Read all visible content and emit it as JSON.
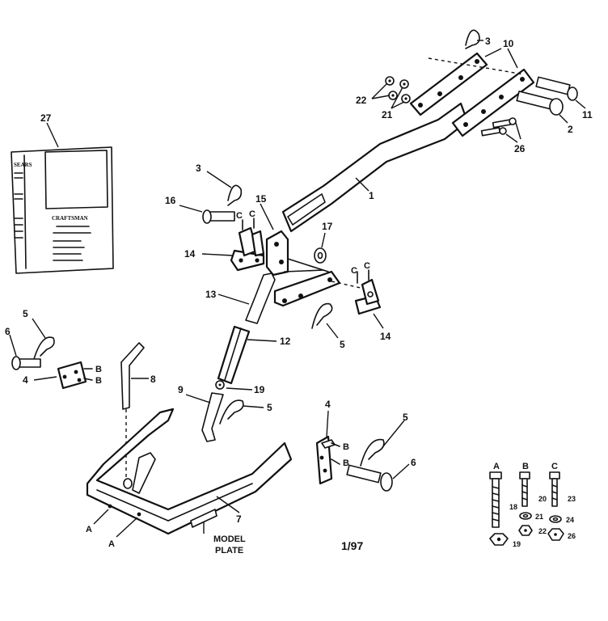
{
  "callouts": {
    "c1": "1",
    "c2": "2",
    "c3a": "3",
    "c3b": "3",
    "c4a": "4",
    "c4b": "4",
    "c5a": "5",
    "c5b": "5",
    "c5c": "5",
    "c5d": "5",
    "c6a": "6",
    "c6b": "6",
    "c7": "7",
    "c8": "8",
    "c9": "9",
    "c10": "10",
    "c11": "11",
    "c12": "12",
    "c13": "13",
    "c14a": "14",
    "c14b": "14",
    "c15": "15",
    "c16": "16",
    "c17": "17",
    "c19a": "19",
    "c19b": "19",
    "c18": "18",
    "c20": "20",
    "c21a": "21",
    "c21b": "21",
    "c22a": "22",
    "c22b": "22",
    "c23": "23",
    "c24": "24",
    "c26a": "26",
    "c26b": "26",
    "c27": "27"
  },
  "letters": {
    "A": "A",
    "B": "B",
    "C": "C"
  },
  "labels": {
    "model_plate_line1": "MODEL",
    "model_plate_line2": "PLATE",
    "date_code": "1/97"
  },
  "manual": {
    "brand": "CRAFTSMAN",
    "side_title": "SEARS"
  }
}
